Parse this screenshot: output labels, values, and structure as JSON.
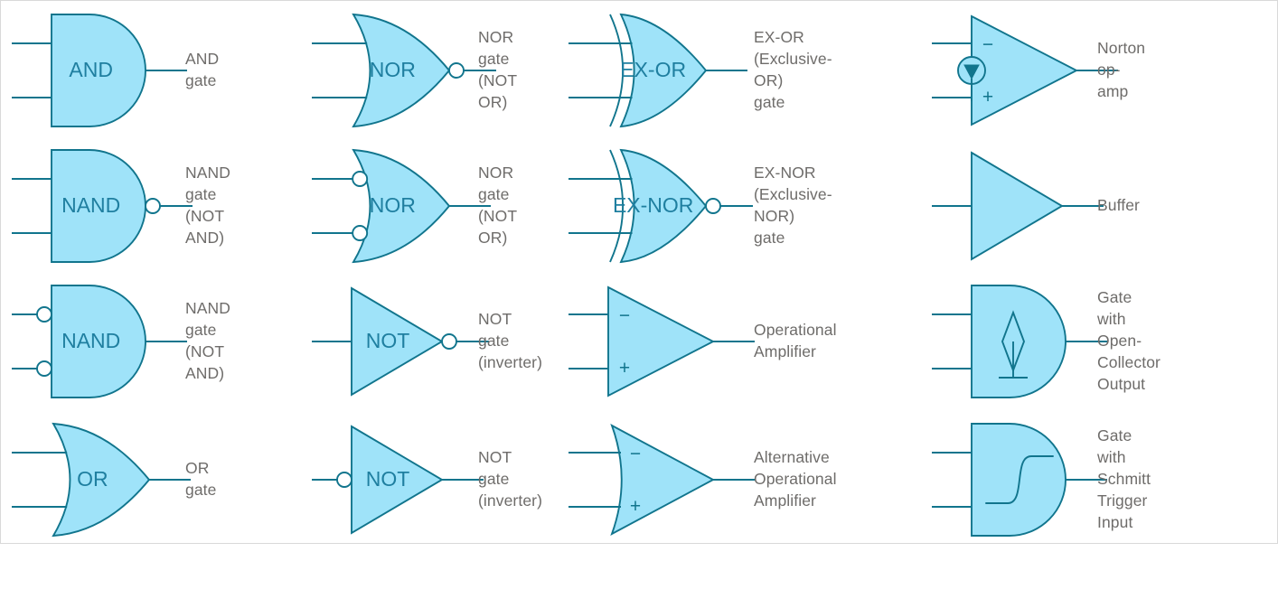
{
  "page": {
    "title": "Logic Gate Symbols Reference Sheet",
    "background": "#ffffff",
    "border_color": "#d9d9d9",
    "shape_fill": "#9fe3f9",
    "shape_stroke": "#11758d",
    "wire_color": "#11758d",
    "shape_text_color": "#1f7fa0",
    "caption_color": "#6e6c6a",
    "columns": 4,
    "rows": 4
  },
  "symbols": [
    {
      "id": "and-gate",
      "body": "and",
      "inner_label": "AND",
      "inputs": 2,
      "input_bubbles": false,
      "output_bubble": false,
      "caption": "AND gate",
      "row": 1,
      "col": 1
    },
    {
      "id": "nor-gate-output-bubble",
      "body": "or",
      "inner_label": "NOR",
      "inputs": 2,
      "input_bubbles": false,
      "output_bubble": true,
      "caption": "NOR gate\n(NOT OR)",
      "row": 1,
      "col": 2
    },
    {
      "id": "ex-or-gate",
      "body": "xor",
      "inner_label": "EX-OR",
      "inputs": 2,
      "input_bubbles": false,
      "output_bubble": false,
      "caption": "EX-OR (Exclusive-OR)\ngate",
      "row": 1,
      "col": 3
    },
    {
      "id": "norton-op-amp",
      "body": "norton",
      "inner_label": "",
      "inputs": 2,
      "input_bubbles": false,
      "output_bubble": false,
      "pin_marks": [
        "−",
        "+"
      ],
      "caption": "Norton op-amp",
      "row": 1,
      "col": 4
    },
    {
      "id": "nand-gate-output-bubble",
      "body": "and",
      "inner_label": "NAND",
      "inputs": 2,
      "input_bubbles": false,
      "output_bubble": true,
      "caption": "NAND gate\n(NOT AND)",
      "row": 2,
      "col": 1
    },
    {
      "id": "nor-gate-input-bubbles",
      "body": "or",
      "inner_label": "NOR",
      "inputs": 2,
      "input_bubbles": true,
      "output_bubble": false,
      "caption": "NOR gate\n(NOT OR)",
      "row": 2,
      "col": 2
    },
    {
      "id": "ex-nor-gate",
      "body": "xor",
      "inner_label": "EX-NOR",
      "inputs": 2,
      "input_bubbles": false,
      "output_bubble": true,
      "caption": "EX-NOR (Exclusive-NOR)\ngate",
      "row": 2,
      "col": 3
    },
    {
      "id": "buffer",
      "body": "triangle",
      "inner_label": "",
      "inputs": 1,
      "input_bubbles": false,
      "output_bubble": false,
      "caption": "Buffer",
      "row": 2,
      "col": 4
    },
    {
      "id": "nand-gate-input-bubbles",
      "body": "and",
      "inner_label": "NAND",
      "inputs": 2,
      "input_bubbles": true,
      "output_bubble": false,
      "caption": "NAND gate\n(NOT AND)",
      "row": 3,
      "col": 1
    },
    {
      "id": "not-gate-output-bubble",
      "body": "triangle",
      "inner_label": "NOT",
      "inputs": 1,
      "input_bubbles": false,
      "output_bubble": true,
      "caption": "NOT gate\n(inverter)",
      "row": 3,
      "col": 2
    },
    {
      "id": "operational-amplifier",
      "body": "opamp",
      "inner_label": "",
      "inputs": 2,
      "input_bubbles": false,
      "output_bubble": false,
      "pin_marks": [
        "−",
        "+"
      ],
      "caption": "Operational Amplifier",
      "row": 3,
      "col": 3
    },
    {
      "id": "gate-open-collector-output",
      "body": "and",
      "inner_label": "",
      "inner_glyph": "open-collector-diamond",
      "inputs": 2,
      "input_bubbles": false,
      "output_bubble": false,
      "caption": "Gate with Open-\nCollector Output",
      "row": 3,
      "col": 4
    },
    {
      "id": "or-gate",
      "body": "or",
      "inner_label": "OR",
      "inputs": 2,
      "input_bubbles": false,
      "output_bubble": false,
      "caption": "OR gate",
      "row": 4,
      "col": 1
    },
    {
      "id": "not-gate-input-bubble",
      "body": "triangle",
      "inner_label": "NOT",
      "inputs": 1,
      "input_bubbles": true,
      "output_bubble": false,
      "caption": "NOT gate\n(inverter)",
      "row": 4,
      "col": 2
    },
    {
      "id": "alternative-operational-amplifier",
      "body": "altopamp",
      "inner_label": "",
      "inputs": 2,
      "input_bubbles": false,
      "output_bubble": false,
      "pin_marks": [
        "−",
        "+"
      ],
      "caption": "Alternative\nOperational Amplifier",
      "row": 4,
      "col": 3
    },
    {
      "id": "gate-schmitt-trigger-input",
      "body": "and",
      "inner_label": "",
      "inner_glyph": "schmitt-hysteresis",
      "inputs": 2,
      "input_bubbles": false,
      "output_bubble": false,
      "caption": "Gate with Schmitt\nTrigger Input",
      "row": 4,
      "col": 4
    }
  ]
}
